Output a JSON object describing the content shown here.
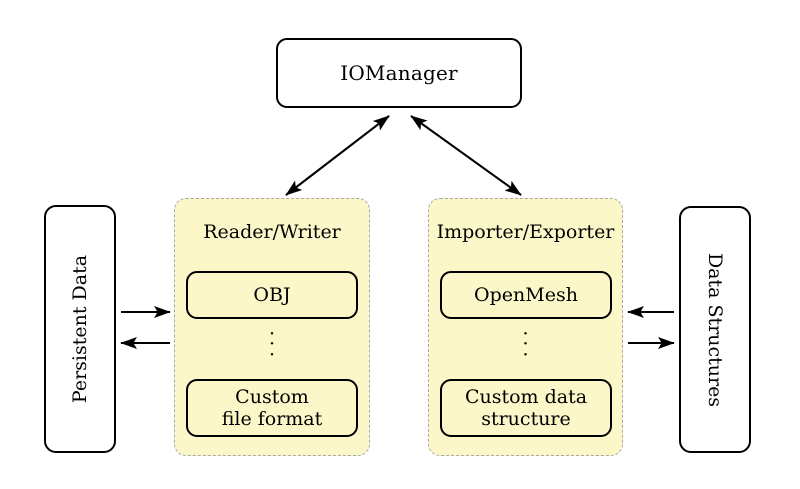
{
  "diagram": {
    "title_node": {
      "label": "IOManager"
    },
    "groups": [
      {
        "name": "reader-writer",
        "title": "Reader/Writer",
        "top_item": "OBJ",
        "ellipsis": "⋮",
        "bottom_item_line1": "Custom",
        "bottom_item_line2": "file format"
      },
      {
        "name": "importer-exporter",
        "title": "Importer/Exporter",
        "top_item": "OpenMesh",
        "ellipsis": "⋮",
        "bottom_item_line1": "Custom data",
        "bottom_item_line2": "structure"
      }
    ],
    "side_nodes": {
      "left": "Persistent Data",
      "right": "Data Structures"
    },
    "connections": [
      {
        "name": "iomanager-to-reader-writer",
        "style": "double-headed",
        "direction": "bidirectional"
      },
      {
        "name": "iomanager-to-importer-exporter",
        "style": "double-headed",
        "direction": "bidirectional"
      },
      {
        "name": "persistent-data-to-reader-writer",
        "style": "single-headed",
        "direction": "right"
      },
      {
        "name": "reader-writer-to-persistent-data",
        "style": "single-headed",
        "direction": "left"
      },
      {
        "name": "data-structures-to-importer-exporter",
        "style": "single-headed",
        "direction": "left"
      },
      {
        "name": "importer-exporter-to-data-structures",
        "style": "single-headed",
        "direction": "right"
      }
    ],
    "colors": {
      "panel_fill": "#fcf7c9",
      "panel_border": "#a9a9a9",
      "node_border": "#000000",
      "background": "#ffffff"
    }
  }
}
